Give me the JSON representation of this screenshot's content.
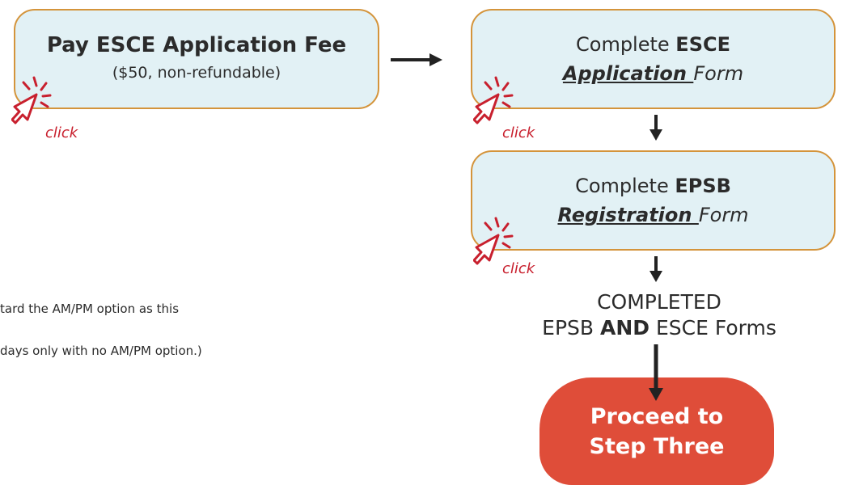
{
  "fee_box": {
    "title": "Pay ESCE Application Fee",
    "subtitle": "($50, non-refundable)",
    "click_label": "click"
  },
  "esce_box": {
    "line1_prefix": "Complete ",
    "line1_bold": "ESCE",
    "link_text": "Application ",
    "rest_text": "Form",
    "click_label": "click"
  },
  "epsb_box": {
    "line1_prefix": "Complete ",
    "line1_bold": "EPSB",
    "link_text": "Registration ",
    "rest_text": "Form",
    "click_label": "click"
  },
  "completed": {
    "line1": "COMPLETED",
    "line2_prefix": "EPSB ",
    "line2_bold": "AND",
    "line2_suffix": " ESCE Forms"
  },
  "proceed": {
    "line1": "Proceed to",
    "line2": "Step Three"
  },
  "side_text": {
    "line1": "tard the AM/PM option as this",
    "line2": "days only with no AM/PM option.)"
  },
  "colors": {
    "box_fill": "#e2f1f5",
    "box_border": "#d4943b",
    "click_red": "#c8202e",
    "proceed_fill": "#df4d39",
    "arrow": "#222222"
  },
  "icons": {
    "click": "pointer-click-icon",
    "arrow": "arrow-icon"
  }
}
